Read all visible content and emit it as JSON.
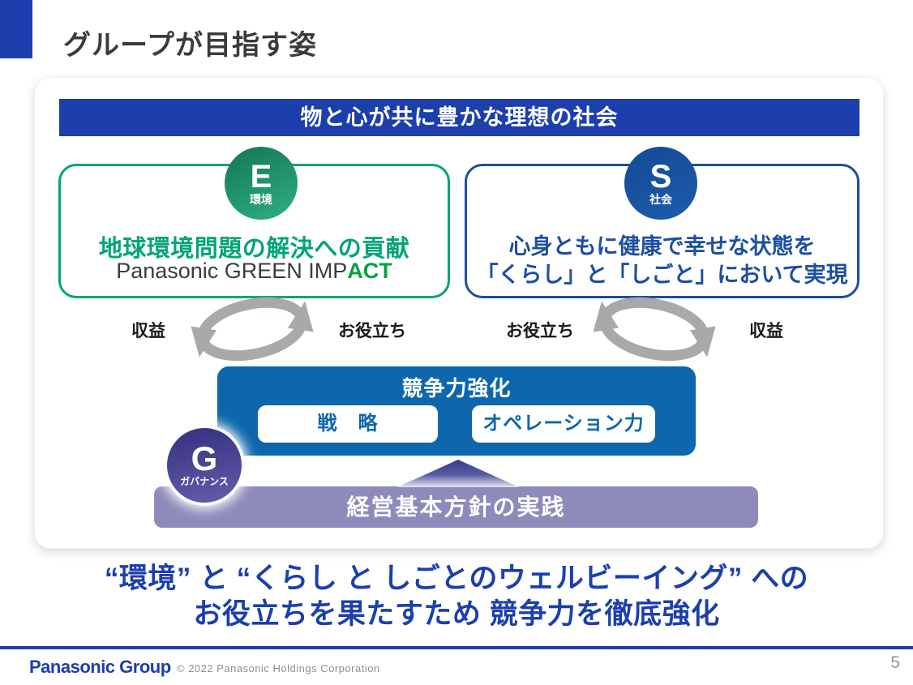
{
  "slide": {
    "title": "グループが目指す姿",
    "page_number": "5"
  },
  "header_banner": {
    "label": "物と心が共に豊かな理想の社会"
  },
  "environment_box": {
    "badge_letter": "E",
    "badge_label": "環境",
    "heading": "地球環境問題の解決への貢献",
    "subheading_prefix": "Panasonic GREEN IMP",
    "subheading_highlight": "ACT"
  },
  "society_box": {
    "badge_letter": "S",
    "badge_label": "社会",
    "line1": "心身ともに健康で幸せな状態を",
    "line2": "「くらし」と「しごと」において実現"
  },
  "cycles": {
    "left_cycle": {
      "left_label": "収益",
      "right_label": "お役立ち"
    },
    "right_cycle": {
      "left_label": "お役立ち",
      "right_label": "収益"
    }
  },
  "competitiveness": {
    "title": "競争力強化",
    "items": [
      {
        "label": "戦　略"
      },
      {
        "label": "オペレーション力"
      }
    ]
  },
  "governance_badge": {
    "badge_letter": "G",
    "badge_label": "ガバナンス"
  },
  "foundation_bar": {
    "label": "経営基本方針の実践"
  },
  "message": {
    "line1": "“環境” と “くらし と しごとのウェルビーイング” への",
    "line2": "お役立ちを果たすため 競争力を徹底強化"
  },
  "footer": {
    "logo": "Panasonic Group",
    "copyright": "© 2022 Panasonic Holdings Corporation"
  },
  "colors": {
    "royal_blue": "#1c3fad",
    "green": "#00a576",
    "bright_green": "#00a33f",
    "mid_blue": "#0e67ac",
    "badge_blue": "#1b4fa0",
    "purple": "#45408d",
    "lavender": "#8e8bba",
    "arrow_gray": "#a9a9a9"
  }
}
